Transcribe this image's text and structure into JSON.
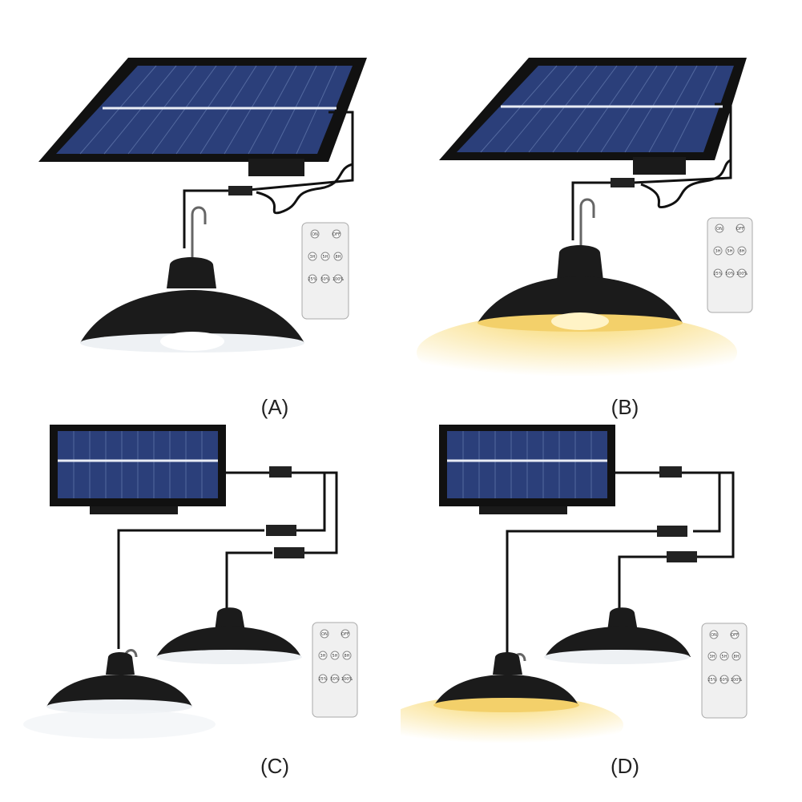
{
  "captions": {
    "a": "(A)",
    "b": "(B)",
    "c": "(C)",
    "d": "(D)"
  },
  "remote": {
    "buttons": [
      "ON",
      "OFF",
      "3H",
      "5H",
      "8H",
      "25%",
      "50%",
      "100%"
    ]
  },
  "colors": {
    "panel_frame": "#1a1a1a",
    "cell_blue": "#2b3f7a",
    "lamp_shade": "#1b1b1b",
    "white_light": "#f4f6f8",
    "warm_light": "#f7d35c"
  }
}
